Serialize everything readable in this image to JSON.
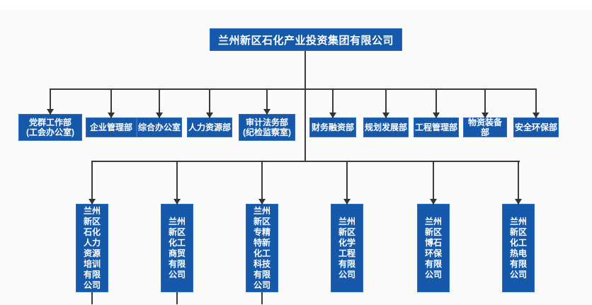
{
  "colors": {
    "node_blue": "#1659aa",
    "node_border": "#2d6fc0",
    "connector": "#3b3b3b",
    "background": "#fafafa",
    "text": "#ffffff"
  },
  "root": {
    "label": "兰州新区石化产业投资集团有限公司"
  },
  "departments": [
    {
      "lines": [
        "党群工作部",
        "(工会办公室)"
      ]
    },
    {
      "lines": [
        "企业管理部"
      ]
    },
    {
      "lines": [
        "综合办公室"
      ]
    },
    {
      "lines": [
        "人力资源部"
      ]
    },
    {
      "lines": [
        "审计法务部",
        "(纪检监察室)"
      ]
    },
    {
      "lines": [
        "财务融资部"
      ]
    },
    {
      "lines": [
        "规划发展部"
      ]
    },
    {
      "lines": [
        "工程管理部"
      ]
    },
    {
      "lines": [
        "物资装备部"
      ]
    },
    {
      "lines": [
        "安全环保部"
      ]
    }
  ],
  "subsidiaries": [
    {
      "lines": [
        "兰州",
        "新区",
        "石化",
        "人力",
        "资源",
        "培训",
        "有限",
        "公司"
      ],
      "has_tail": true
    },
    {
      "lines": [
        "兰州",
        "新区",
        "化工",
        "商贸",
        "有限",
        "公司"
      ],
      "has_tail": true
    },
    {
      "lines": [
        "兰州",
        "新区",
        "专精",
        "特新",
        "化工",
        "科技",
        "有限",
        "公司"
      ],
      "has_tail": true
    },
    {
      "lines": [
        "兰州",
        "新区",
        "化学",
        "工程",
        "有限",
        "公司"
      ],
      "has_tail": false
    },
    {
      "lines": [
        "兰州",
        "新区",
        "博石",
        "环保",
        "有限",
        "公司"
      ],
      "has_tail": false
    },
    {
      "lines": [
        "兰州",
        "新区",
        "化工",
        "热电",
        "有限",
        "公司"
      ],
      "has_tail": false
    }
  ]
}
